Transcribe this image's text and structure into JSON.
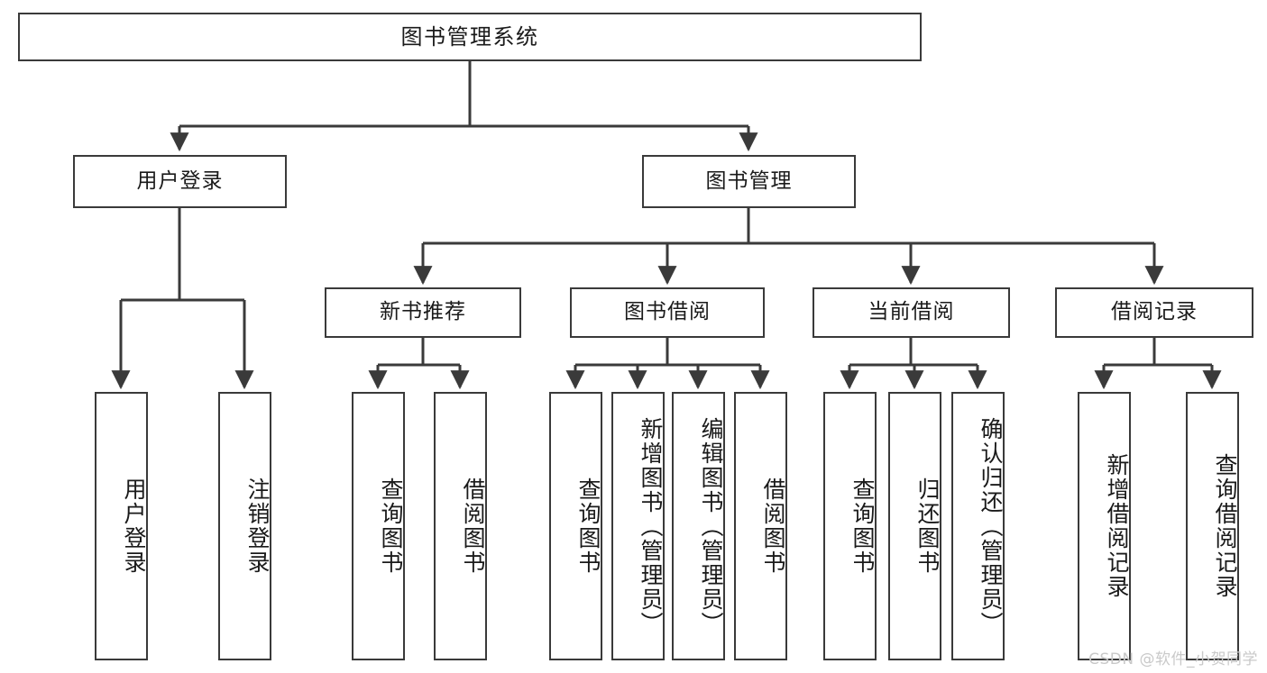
{
  "diagram": {
    "title": "图书管理系统",
    "type": "tree-hierarchy",
    "root": {
      "label": "图书管理系统"
    },
    "level1": [
      {
        "label": "用户登录"
      },
      {
        "label": "图书管理"
      }
    ],
    "level2": [
      {
        "label": "新书推荐"
      },
      {
        "label": "图书借阅"
      },
      {
        "label": "当前借阅"
      },
      {
        "label": "借阅记录"
      }
    ],
    "leaves": {
      "user_login": [
        {
          "label": "用户登录"
        },
        {
          "label": "注销登录"
        }
      ],
      "new_book_recommend": [
        {
          "label": "查询图书"
        },
        {
          "label": "借阅图书"
        }
      ],
      "book_borrow": [
        {
          "label": "查询图书"
        },
        {
          "label": "新增图书（管理员）"
        },
        {
          "label": "编辑图书（管理员）"
        },
        {
          "label": "借阅图书"
        }
      ],
      "current_borrow": [
        {
          "label": "查询图书"
        },
        {
          "label": "归还图书"
        },
        {
          "label": "确认归还（管理员）"
        }
      ],
      "borrow_record": [
        {
          "label": "新增借阅记录"
        },
        {
          "label": "查询借阅记录"
        }
      ]
    }
  },
  "watermark": {
    "text": "CSDN @软件_小贺同学"
  },
  "colors": {
    "border": "#3a3a3a",
    "background": "#ffffff",
    "text": "#1a1a1a",
    "watermark": "#c9c9c9"
  }
}
